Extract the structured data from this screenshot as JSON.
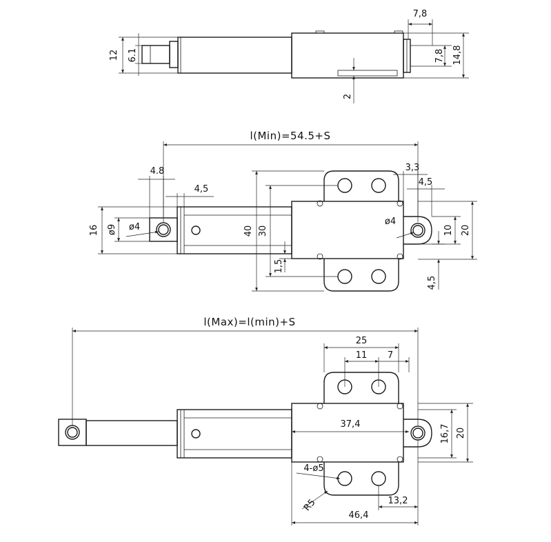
{
  "top_view": {
    "dim_12": "12",
    "dim_6_1": "6.1",
    "dim_7_8_h": "7,8",
    "dim_7_8_v": "7,8",
    "dim_14_8": "14,8",
    "dim_2": "2"
  },
  "middle_view": {
    "length_min": "l(Min)=54.5+S",
    "dim_4_8": "4.8",
    "dim_4_5_top": "4,5",
    "dim_16": "16",
    "dim_phi9": "ø9",
    "dim_phi4_left": "ø4",
    "dim_40": "40",
    "dim_30": "30",
    "dim_1_5": "1,5",
    "dim_3_3": "3,3",
    "dim_4_5_right": "4,5",
    "dim_phi4_right": "ø4",
    "dim_10": "10",
    "dim_20": "20",
    "dim_4_5_bottom": "4,5"
  },
  "bottom_view": {
    "length_max": "l(Max)=l(min)+S",
    "dim_25": "25",
    "dim_11": "11",
    "dim_7": "7",
    "dim_37_4": "37,4",
    "dim_16_7": "16,7",
    "dim_20": "20",
    "dim_4_phi5": "4-ø5",
    "dim_r5": "R5",
    "dim_13_2": "13,2",
    "dim_46_4": "46,4"
  }
}
